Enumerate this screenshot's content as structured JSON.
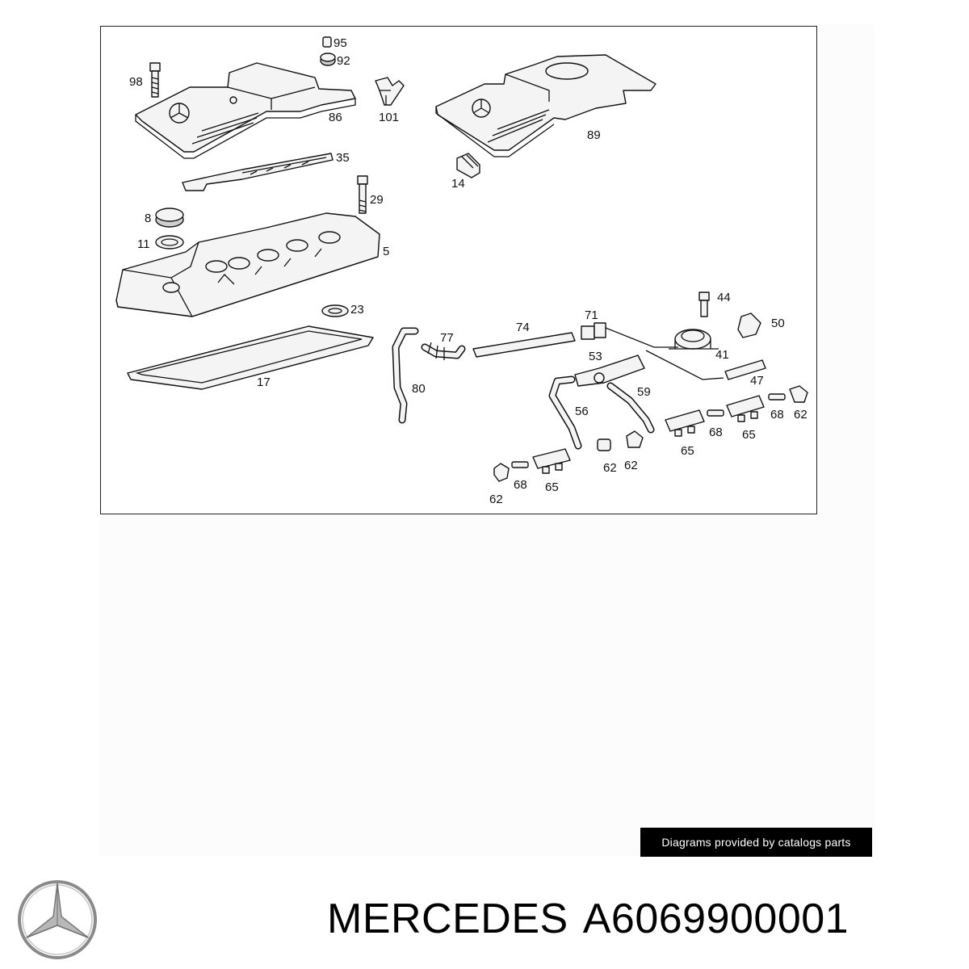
{
  "diagram": {
    "callouts": {
      "p95": "95",
      "p92": "92",
      "p98": "98",
      "p86": "86",
      "p101": "101",
      "p89": "89",
      "p35": "35",
      "p14": "14",
      "p29": "29",
      "p8": "8",
      "p11": "11",
      "p5": "5",
      "p23": "23",
      "p17": "17",
      "p44": "44",
      "p50": "50",
      "p71": "71",
      "p74": "74",
      "p77": "77",
      "p53": "53",
      "p41": "41",
      "p47": "47",
      "p80": "80",
      "p59": "59",
      "p56": "56",
      "p68a": "68",
      "p62a": "62",
      "p65a": "65",
      "p68b": "68",
      "p65b": "65",
      "p62b": "62",
      "p62c": "62",
      "p68c": "68",
      "p65c": "65",
      "p62d": "62"
    }
  },
  "credit_badge": "Diagrams provided by catalogs parts",
  "product": {
    "brand": "MERCEDES",
    "part_number": "A6069900001"
  },
  "logo": {
    "icon": "mercedes-star-icon",
    "color": "#8a8a8a"
  }
}
